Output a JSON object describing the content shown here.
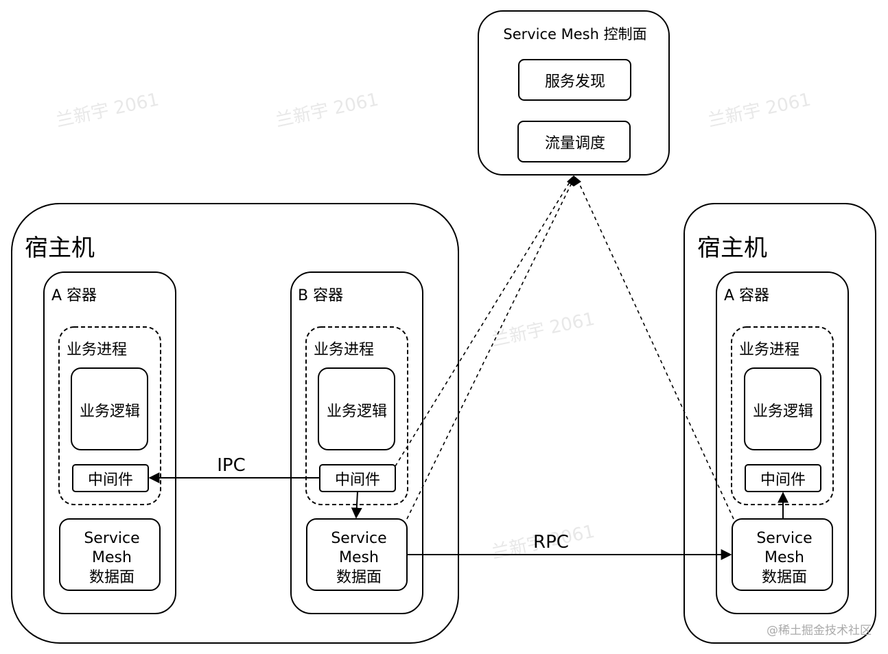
{
  "control_plane": {
    "title": "Service Mesh 控制面",
    "items": [
      "服务发现",
      "流量调度"
    ]
  },
  "hosts": [
    {
      "title": "宿主机",
      "containers": [
        {
          "title": "A 容器",
          "process": "业务进程",
          "logic": "业务逻辑",
          "middleware": "中间件",
          "mesh_lines": [
            "Service",
            "Mesh",
            "数据面"
          ]
        },
        {
          "title": "B 容器",
          "process": "业务进程",
          "logic": "业务逻辑",
          "middleware": "中间件",
          "mesh_lines": [
            "Service",
            "Mesh",
            "数据面"
          ]
        }
      ]
    },
    {
      "title": "宿主机",
      "containers": [
        {
          "title": "A 容器",
          "process": "业务进程",
          "logic": "业务逻辑",
          "middleware": "中间件",
          "mesh_lines": [
            "Service",
            "Mesh",
            "数据面"
          ]
        }
      ]
    }
  ],
  "edges": {
    "ipc": "IPC",
    "rpc": "RPC"
  },
  "watermark": "兰新宇 2061",
  "footer": "@稀土掘金技术社区"
}
